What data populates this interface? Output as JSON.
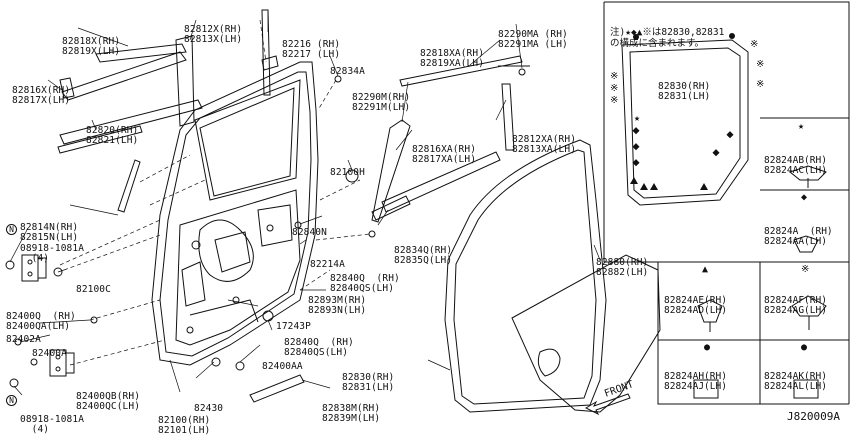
{
  "diagram_code": "J820009A",
  "note": {
    "line1": "注)★◆▲※は82830,82831",
    "line2": "の構成に含まれます。"
  },
  "front_label": "FRONT",
  "symbols": {
    "star": "★",
    "diamond": "◆",
    "triangle": "▲",
    "asterisk": "※",
    "bullet": "●",
    "n_circle": "N"
  },
  "parts": {
    "p82818x": [
      "82818X(RH)",
      "82819X(LH)"
    ],
    "p82812x": [
      "82812X(RH)",
      "82813X(LH)"
    ],
    "p82216": [
      "82216 (RH)",
      "82217 (LH)"
    ],
    "p82834a": [
      "82834A"
    ],
    "p82818xa": [
      "82818XA(RH)",
      "82819XA(LH)"
    ],
    "p82290ma": [
      "82290MA (RH)",
      "82291MA (LH)"
    ],
    "p82816x": [
      "82816X(RH)",
      "82817X(LH)"
    ],
    "p82290m": [
      "82290M(RH)",
      "82291M(LH)"
    ],
    "p82820": [
      "82820(RH)",
      "82821(LH)"
    ],
    "p82812xa": [
      "82812XA(RH)",
      "82813XA(LH)"
    ],
    "p82816xa": [
      "82816XA(RH)",
      "82817XA(LH)"
    ],
    "p82100h": [
      "82100H"
    ],
    "p82814n": [
      "82814N(RH)",
      "82815N(LH)"
    ],
    "p82840n": [
      "82840N"
    ],
    "p82834q": [
      "82834Q(RH)",
      "82835Q(LH)"
    ],
    "p08918a": [
      "08918-1081A",
      "  (4)"
    ],
    "p82214a": [
      "82214A"
    ],
    "p82840q": [
      "82840Q  (RH)",
      "82840QS(LH)"
    ],
    "p82100c": [
      "82100C"
    ],
    "p82880": [
      "82880(RH)",
      "82882(LH)"
    ],
    "p82893m": [
      "82893M(RH)",
      "82893N(LH)"
    ],
    "p82400q": [
      "82400Q  (RH)",
      "82400QA(LH)"
    ],
    "p17243p": [
      "17243P"
    ],
    "p82402a": [
      "82402A"
    ],
    "p82840q2": [
      "82840Q  (RH)",
      "82840QS(LH)"
    ],
    "p82400a": [
      "82400A"
    ],
    "p82400aa": [
      "82400AA"
    ],
    "p82830": [
      "82830(RH)",
      "82831(LH)"
    ],
    "p82400qb": [
      "82400QB(RH)",
      "82400QC(LH)"
    ],
    "p08918b": [
      "08918-1081A",
      "  (4)"
    ],
    "p82430": [
      "82430"
    ],
    "p82838m": [
      "82838M(RH)",
      "82839M(LH)"
    ],
    "p82100": [
      "82100(RH)",
      "82101(LH)"
    ],
    "inset": [
      "82830(RH)",
      "82831(LH)"
    ],
    "star_panel": [
      "82824AB(RH)",
      "82824AC(LH)"
    ],
    "diamond_panel": [
      "82824A  (RH)",
      "82824AA(LH)"
    ],
    "tri_panel": [
      "82824AE(RH)",
      "82824AD(LH)"
    ],
    "ast_panel": [
      "82824AF(RH)",
      "82824AG(LH)"
    ],
    "bul1_panel": [
      "82824AH(RH)",
      "82824AJ(LH)"
    ],
    "bul2_panel": [
      "82824AK(RH)",
      "82824AL(LH)"
    ]
  }
}
